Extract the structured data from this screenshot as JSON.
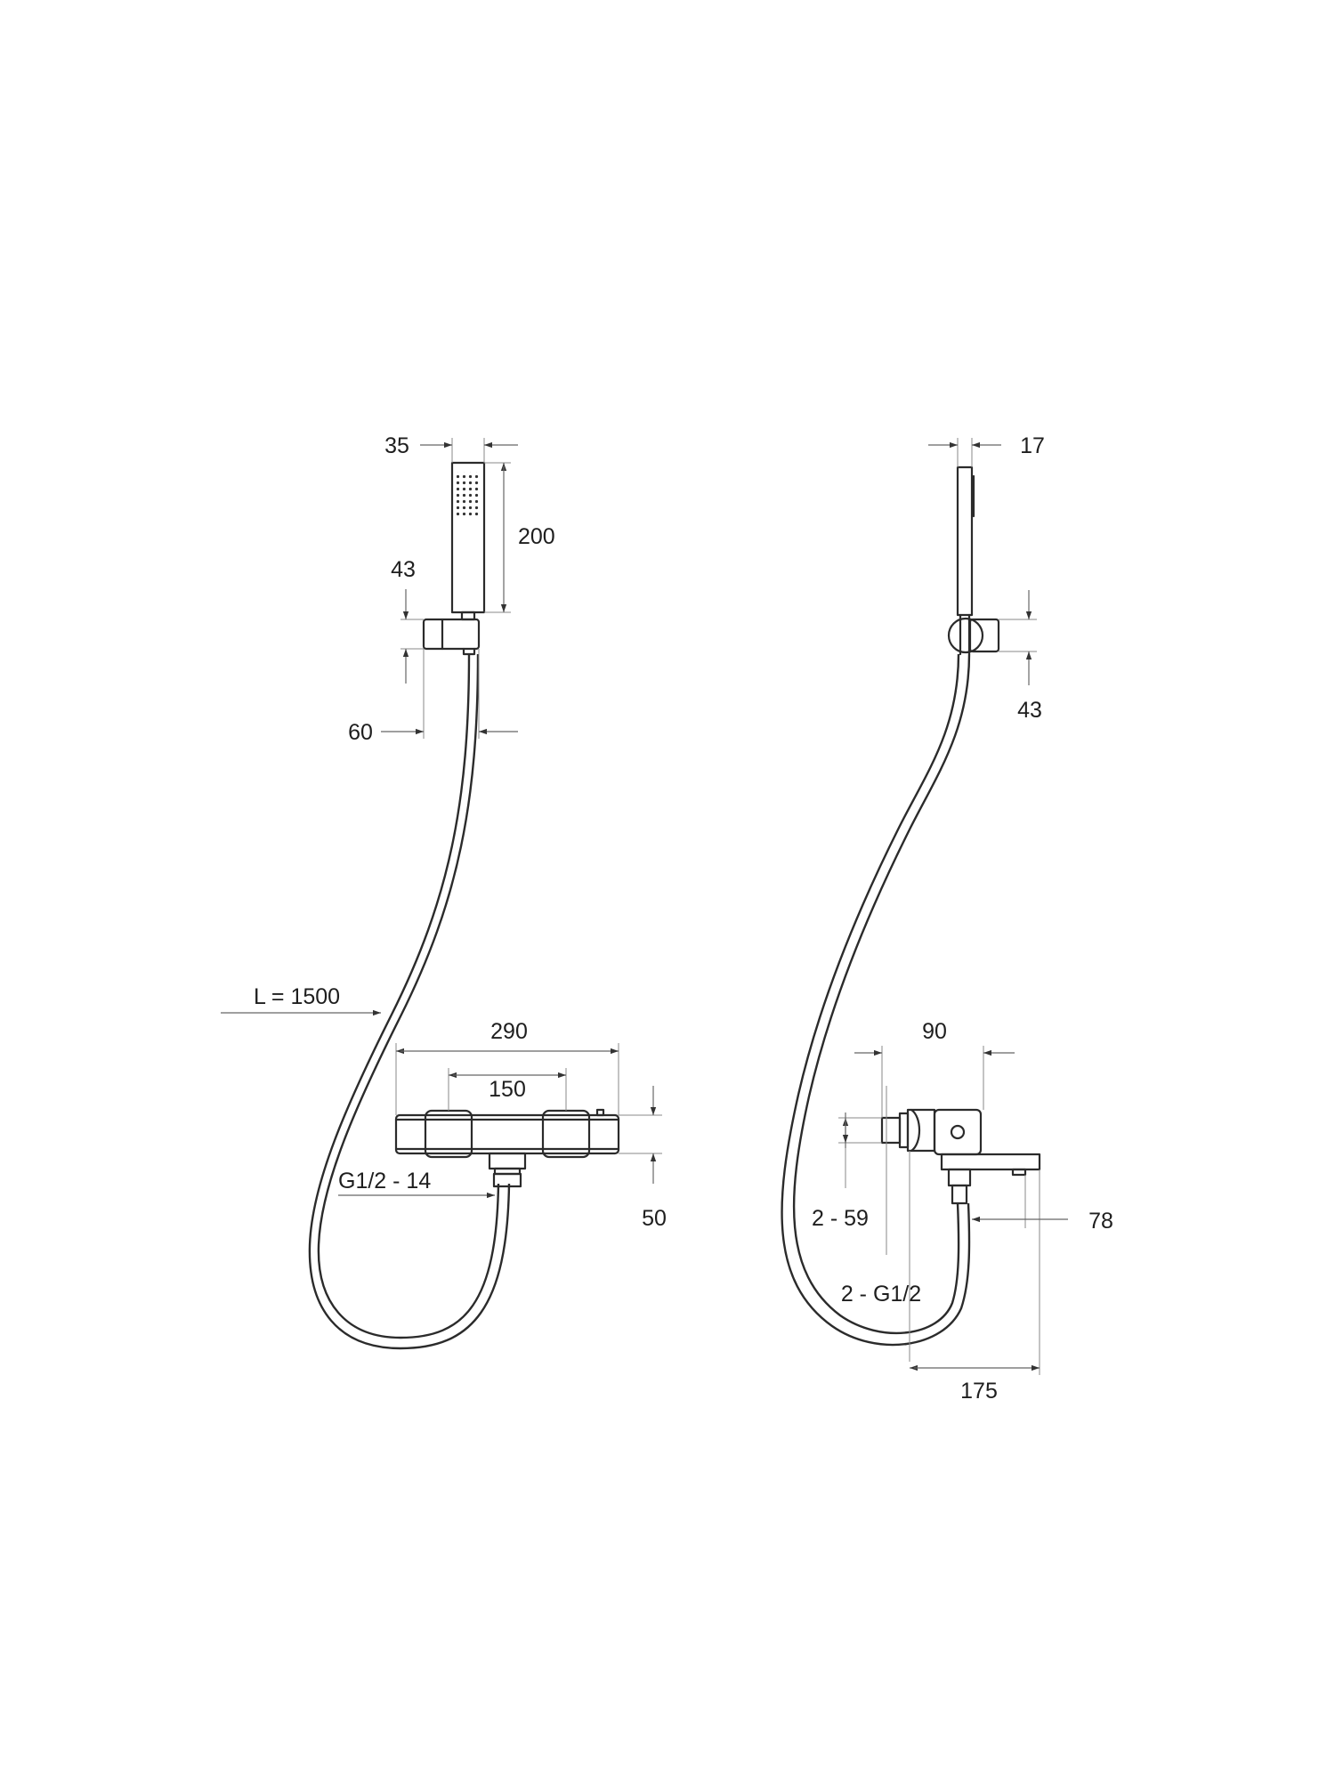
{
  "front_view": {
    "handshower_width": "35",
    "handshower_length": "200",
    "holder_height": "43",
    "holder_width": "60",
    "hose_length": "L = 1500",
    "mixer_width": "290",
    "handle_spacing": "150",
    "outlet_thread": "G1/2 - 14",
    "mixer_height": "50"
  },
  "side_view": {
    "handshower_thickness": "17",
    "holder_height": "43",
    "connection_spacing": "90",
    "eccentric_size": "2 - 59",
    "inlet_thread": "2 - G1/2",
    "outlet_offset": "78",
    "projection": "175"
  }
}
